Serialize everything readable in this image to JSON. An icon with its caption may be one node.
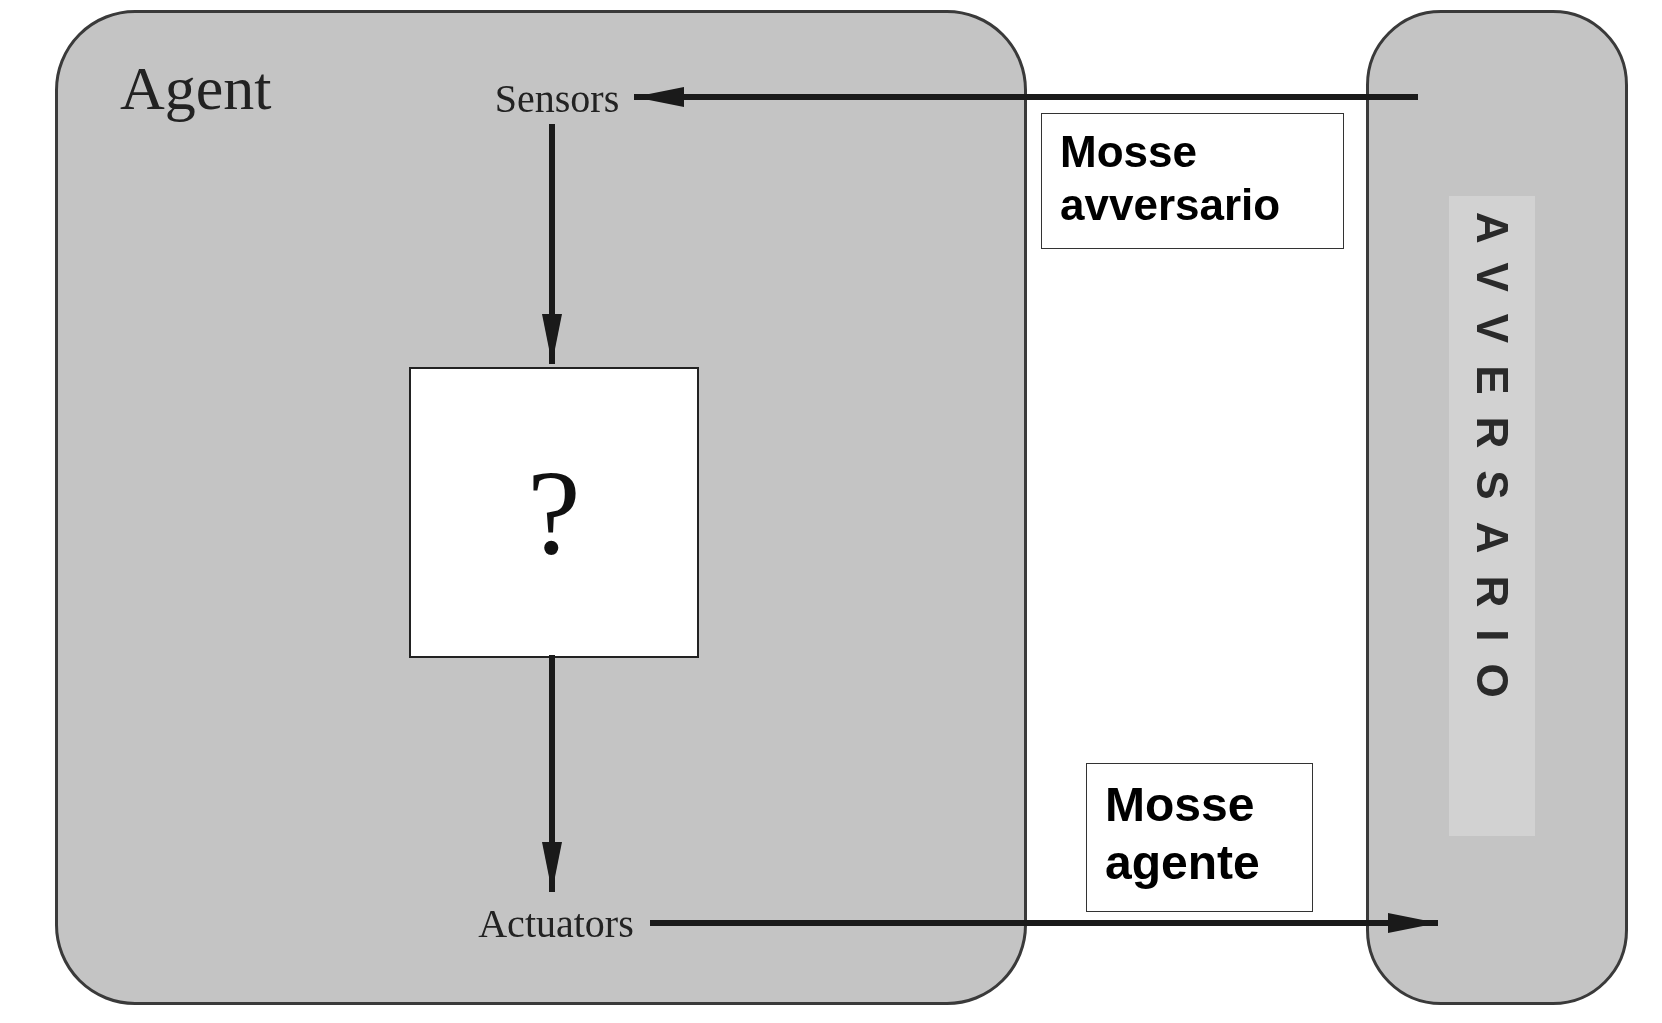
{
  "diagram": {
    "nodes": [
      {
        "text": [
          "Agent"
        ]
      },
      {
        "text": [
          "Sensors"
        ],
        "in": 0
      },
      {
        "text": [
          "?"
        ],
        "in": 0
      },
      {
        "text": [
          "Actuators"
        ],
        "in": 0
      },
      {
        "text": [
          "AVVERSARIO"
        ]
      },
      {
        "text": [
          "Mosse avversario"
        ]
      },
      {
        "text": [
          "Mosse agente"
        ]
      }
    ],
    "edges": [
      {
        "from": 4,
        "to": 1,
        "arrow": "to"
      },
      {
        "from": 1,
        "to": 2,
        "arrow": "to"
      },
      {
        "from": 2,
        "to": 3,
        "arrow": "to"
      },
      {
        "from": 3,
        "to": 4,
        "arrow": "to"
      }
    ]
  }
}
